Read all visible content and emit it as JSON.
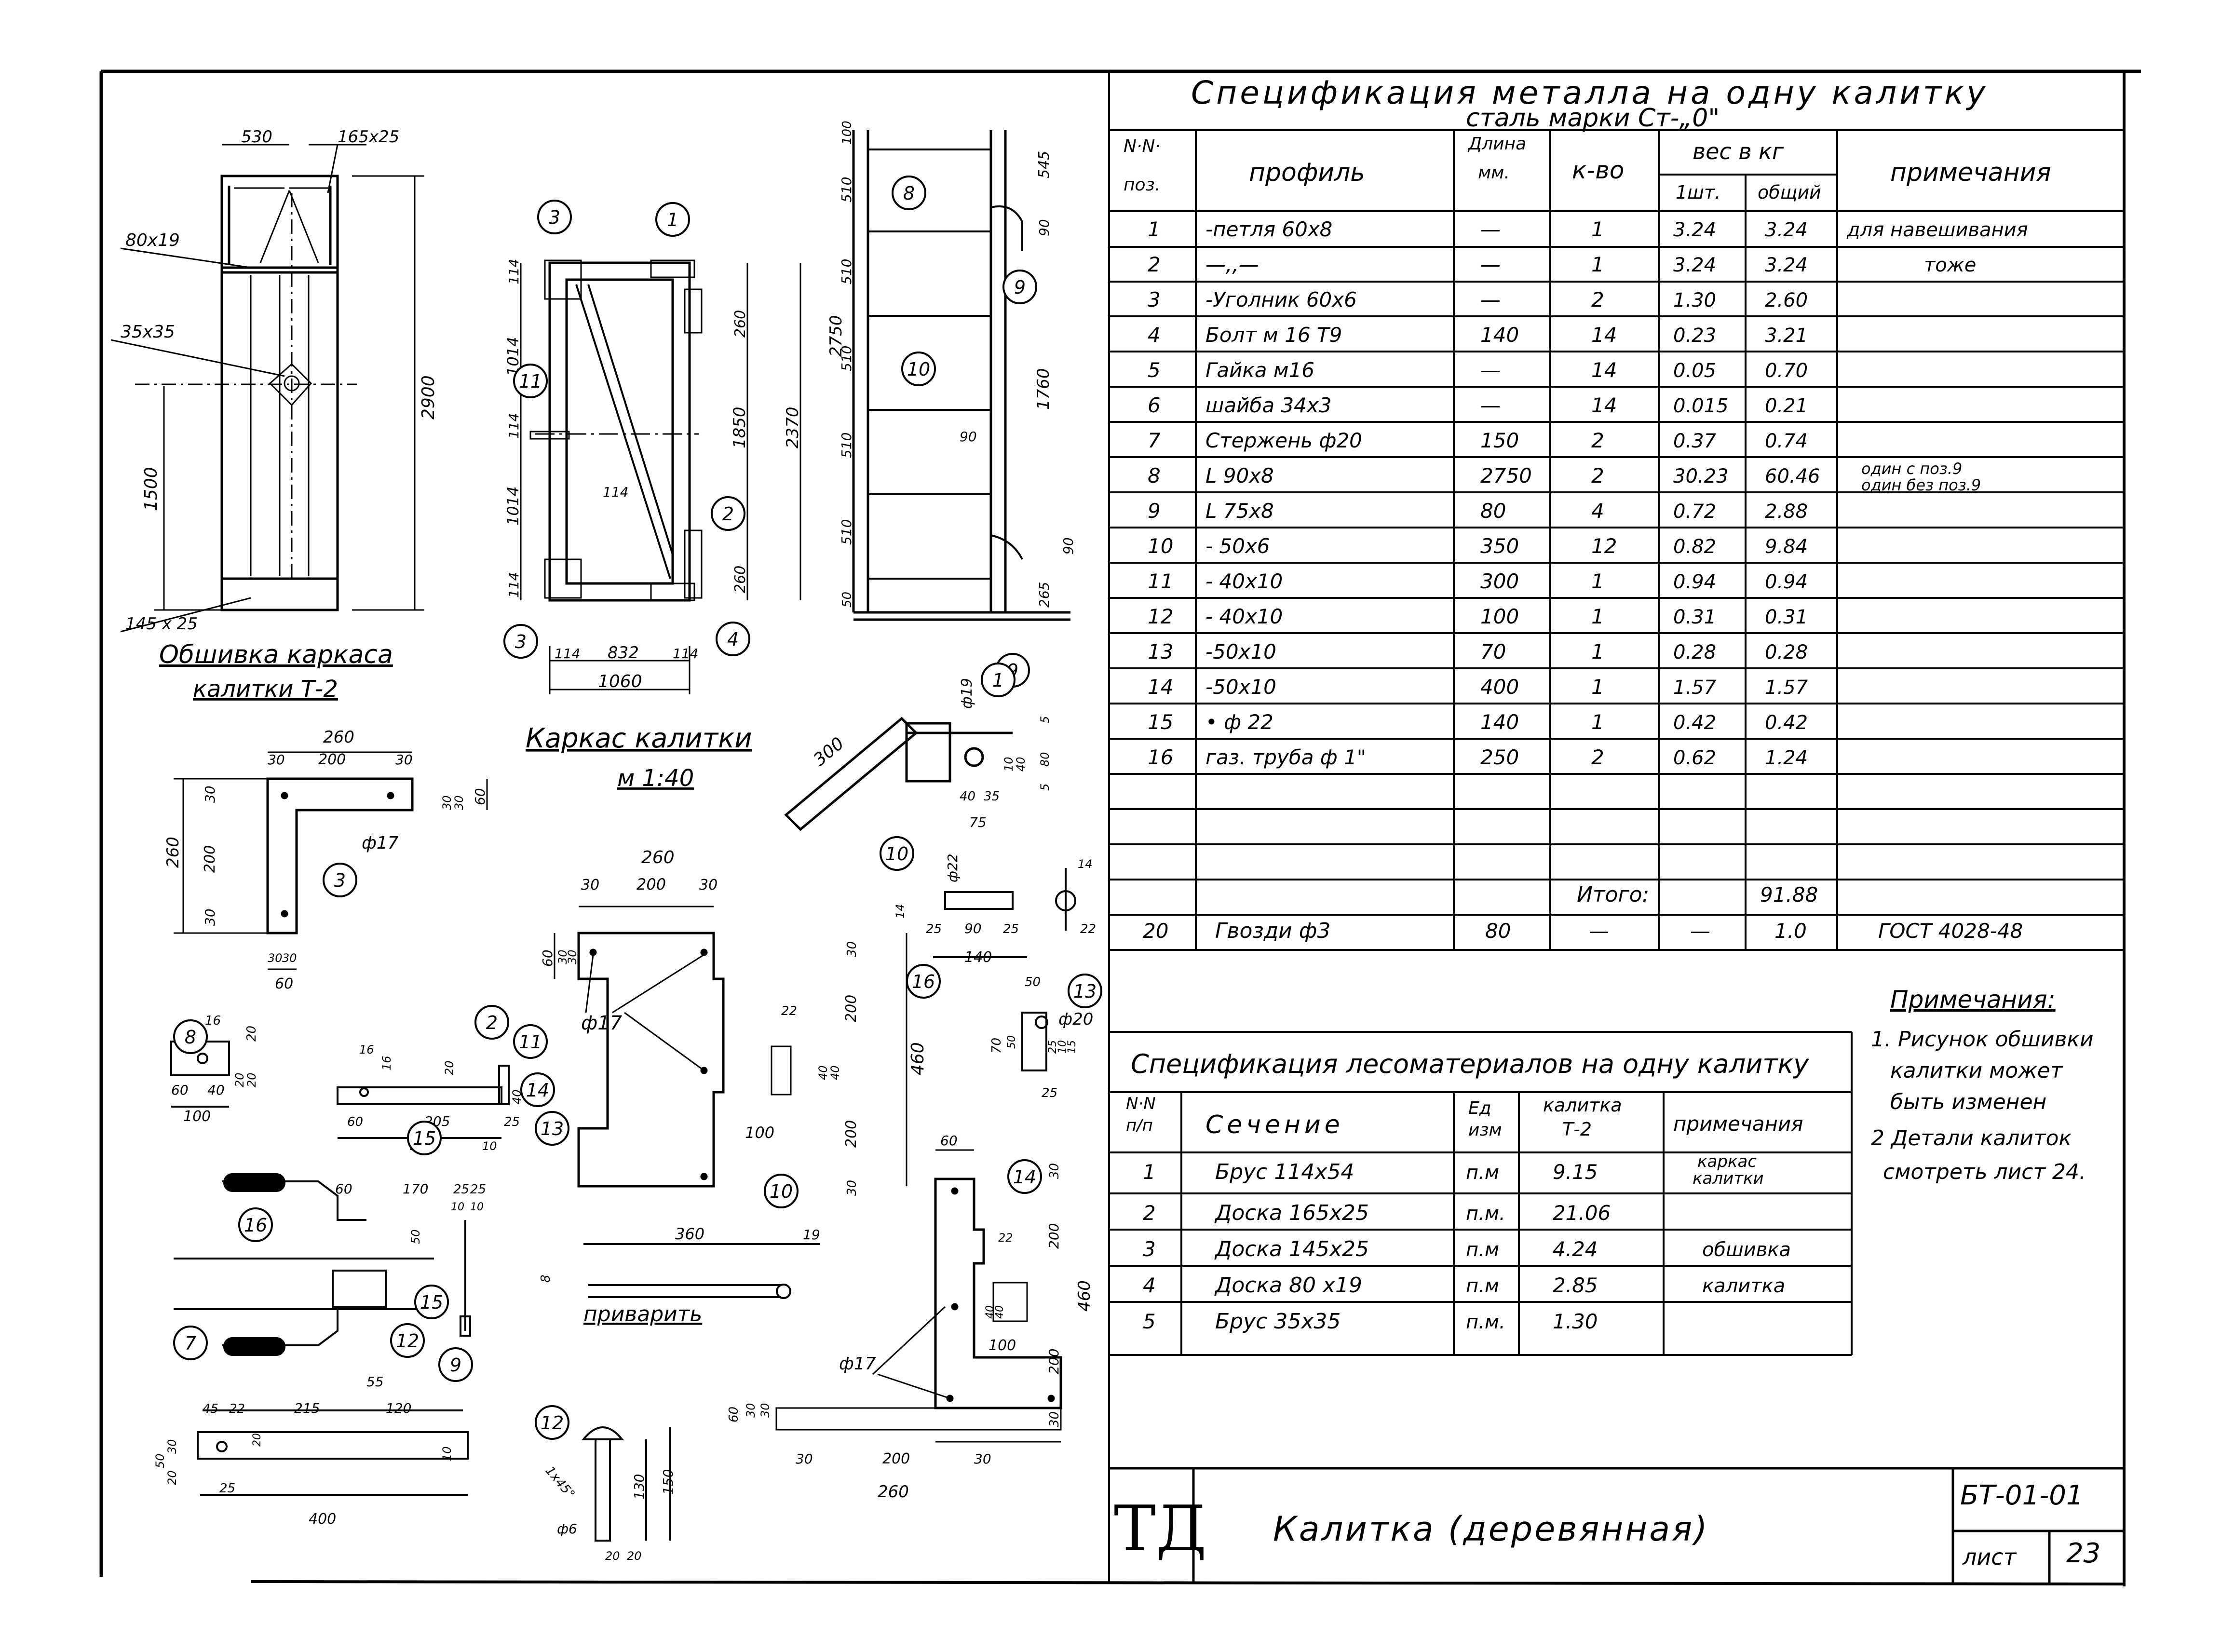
{
  "metal_spec": {
    "title": "Спецификация металла на одну калитку",
    "subtitle": "сталь марки Ст-„0\"",
    "headers": {
      "num": "N·N·",
      "num2": "поз.",
      "profile": "профиль",
      "length": "Длина",
      "length2": "мм.",
      "qty": "к-во",
      "weight": "вес в кг",
      "w_one": "1шт.",
      "w_total": "общий",
      "notes": "примечания"
    },
    "rows": [
      {
        "n": "1",
        "p": "-петля 60х8",
        "l": "—",
        "q": "1",
        "w1": "3.24",
        "wt": "3.24",
        "note": "для навешивания"
      },
      {
        "n": "2",
        "p": "—,,—",
        "l": "—",
        "q": "1",
        "w1": "3.24",
        "wt": "3.24",
        "note": "тоже"
      },
      {
        "n": "3",
        "p": "-Уголник 60х6",
        "l": "—",
        "q": "2",
        "w1": "1.30",
        "wt": "2.60",
        "note": ""
      },
      {
        "n": "4",
        "p": "Болт м 16 Т9",
        "l": "140",
        "q": "14",
        "w1": "0.23",
        "wt": "3.21",
        "note": ""
      },
      {
        "n": "5",
        "p": "Гайка м16",
        "l": "—",
        "q": "14",
        "w1": "0.05",
        "wt": "0.70",
        "note": ""
      },
      {
        "n": "6",
        "p": "шайба 34х3",
        "l": "—",
        "q": "14",
        "w1": "0.015",
        "wt": "0.21",
        "note": ""
      },
      {
        "n": "7",
        "p": "Стержень ф20",
        "l": "150",
        "q": "2",
        "w1": "0.37",
        "wt": "0.74",
        "note": ""
      },
      {
        "n": "8",
        "p": "L 90х8",
        "l": "2750",
        "q": "2",
        "w1": "30.23",
        "wt": "60.46",
        "note": "один с поз.9",
        "note2": "один без поз.9"
      },
      {
        "n": "9",
        "p": "L 75х8",
        "l": "80",
        "q": "4",
        "w1": "0.72",
        "wt": "2.88",
        "note": ""
      },
      {
        "n": "10",
        "p": "- 50х6",
        "l": "350",
        "q": "12",
        "w1": "0.82",
        "wt": "9.84",
        "note": ""
      },
      {
        "n": "11",
        "p": "- 40х10",
        "l": "300",
        "q": "1",
        "w1": "0.94",
        "wt": "0.94",
        "note": ""
      },
      {
        "n": "12",
        "p": "- 40х10",
        "l": "100",
        "q": "1",
        "w1": "0.31",
        "wt": "0.31",
        "note": ""
      },
      {
        "n": "13",
        "p": "-50х10",
        "l": "70",
        "q": "1",
        "w1": "0.28",
        "wt": "0.28",
        "note": ""
      },
      {
        "n": "14",
        "p": "-50х10",
        "l": "400",
        "q": "1",
        "w1": "1.57",
        "wt": "1.57",
        "note": ""
      },
      {
        "n": "15",
        "p": "• ф 22",
        "l": "140",
        "q": "1",
        "w1": "0.42",
        "wt": "0.42",
        "note": ""
      },
      {
        "n": "16",
        "p": "газ. труба ф 1\"",
        "l": "250",
        "q": "2",
        "w1": "0.62",
        "wt": "1.24",
        "note": ""
      }
    ],
    "total_label": "Итого:",
    "total_value": "91.88",
    "nails": {
      "n": "20",
      "p": "Гвозди ф3",
      "l": "80",
      "q": "—",
      "w1": "—",
      "wt": "1.0",
      "note": "ГОСТ 4028-48"
    }
  },
  "wood_spec": {
    "title": "Спецификация лесоматериалов на одну калитку",
    "headers": {
      "num": "N·N",
      "num2": "п/п",
      "section": "Сечение",
      "unit": "Ед",
      "unit2": "изм",
      "gate": "калитка",
      "gate2": "Т-2",
      "notes": "примечания"
    },
    "rows": [
      {
        "n": "1",
        "s": "Брус 114х54",
        "u": "п.м",
        "v": "9.15",
        "note": "каркас",
        "note2": "калитки"
      },
      {
        "n": "2",
        "s": "Доска 165х25",
        "u": "п.м.",
        "v": "21.06",
        "note": ""
      },
      {
        "n": "3",
        "s": "Доска 145х25",
        "u": "п.м",
        "v": "4.24",
        "note": "обшивка"
      },
      {
        "n": "4",
        "s": "Доска 80 х19",
        "u": "п.м",
        "v": "2.85",
        "note": "калитка"
      },
      {
        "n": "5",
        "s": "Брус 35х35",
        "u": "п.м.",
        "v": "1.30",
        "note": ""
      }
    ]
  },
  "notes": {
    "title": "Примечания:",
    "lines": [
      "1. Рисунок обшивки",
      "калитки может",
      "быть изменен",
      "2 Детали калиток",
      "смотреть лист 24."
    ]
  },
  "title_block": {
    "logo": "ТД",
    "name": "Калитка (деревянная)",
    "code": "БТ-01-01",
    "sheet_label": "лист",
    "sheet_number": "23"
  },
  "drawing": {
    "cladding_title": "Обшивка каркаса",
    "cladding_title2": "калитки Т-2",
    "frame_title": "Каркас калитки",
    "frame_scale": "м 1:40",
    "weld_label": "приварить",
    "cladding_dims": [
      "530",
      "165х25",
      "80х19",
      "35х35",
      "2900",
      "1500",
      "145 х 25"
    ],
    "frame_dims": [
      "114",
      "1014",
      "114",
      "1014",
      "114",
      "260",
      "1850",
      "2370",
      "260",
      "114",
      "832",
      "114",
      "1060",
      "114"
    ],
    "side_dims": [
      "100",
      "510",
      "510",
      "510",
      "510",
      "510",
      "50",
      "545",
      "90",
      "2750",
      "1760",
      "90",
      "265",
      "90"
    ],
    "corner_dims": [
      "260",
      "30",
      "200",
      "30",
      "30",
      "30",
      "60",
      "260",
      "30",
      "200",
      "30",
      "30",
      "30",
      "60",
      "ф17"
    ],
    "hinge1_dims": [
      "260",
      "30",
      "200",
      "30",
      "60",
      "30",
      "30",
      "30",
      "200",
      "460",
      "22",
      "40",
      "40",
      "200",
      "100",
      "30",
      "ф17"
    ],
    "hinge2_dims": [
      "60",
      "30",
      "200",
      "22",
      "40",
      "40",
      "460",
      "200",
      "100",
      "30",
      "60",
      "30",
      "30",
      "30",
      "200",
      "30",
      "260",
      "ф17"
    ],
    "detail8_dims": [
      "300",
      "ф19",
      "5",
      "40",
      "35",
      "75",
      "10",
      "40",
      "80",
      "5"
    ],
    "detail15_dims": [
      "ф22",
      "14",
      "25",
      "90",
      "25",
      "140",
      "14",
      "22"
    ],
    "detail13_dims": [
      "50",
      "ф20",
      "70",
      "50",
      "25",
      "10",
      "15",
      "25"
    ],
    "detail12_dims": [
      "16",
      "20",
      "60",
      "40",
      "100",
      "20",
      "20"
    ],
    "detail11_dims": [
      "16",
      "16",
      "20",
      "40",
      "60",
      "205",
      "25",
      "300",
      "10"
    ],
    "lock_dims": [
      "60",
      "170",
      "25",
      "25",
      "10",
      "10",
      "50",
      "55"
    ],
    "weld_dims": [
      "360",
      "19",
      "8"
    ],
    "detail14_dims": [
      "45",
      "22",
      "215",
      "120",
      "50",
      "30",
      "20",
      "20",
      "10",
      "25",
      "400"
    ],
    "detail7_dims": [
      "1х45°",
      "ф6",
      "130",
      "150",
      "20",
      "20"
    ],
    "callouts": [
      "1",
      "2",
      "3",
      "3",
      "3",
      "4",
      "8",
      "9",
      "9",
      "10",
      "10",
      "11",
      "11",
      "12",
      "13",
      "13",
      "14",
      "14",
      "15",
      "16",
      "16",
      "7",
      "8",
      "9",
      "10",
      "12",
      "1",
      "2",
      "15"
    ]
  }
}
